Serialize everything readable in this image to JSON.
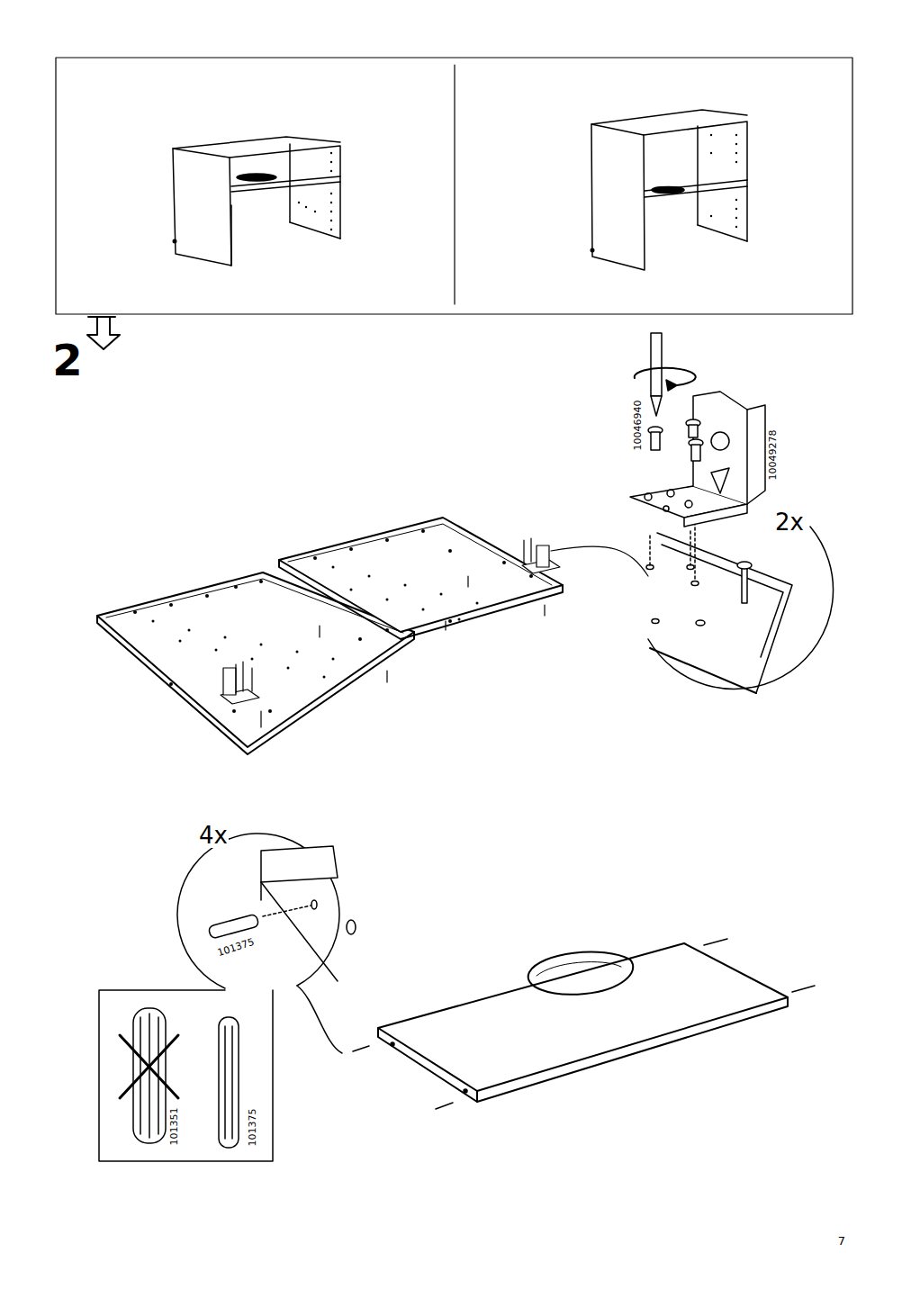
{
  "diagram": {
    "labels": [
      "2",
      "10046940",
      "10049278",
      "2x",
      "4x",
      "101375",
      "101351",
      "101375",
      "7"
    ]
  }
}
